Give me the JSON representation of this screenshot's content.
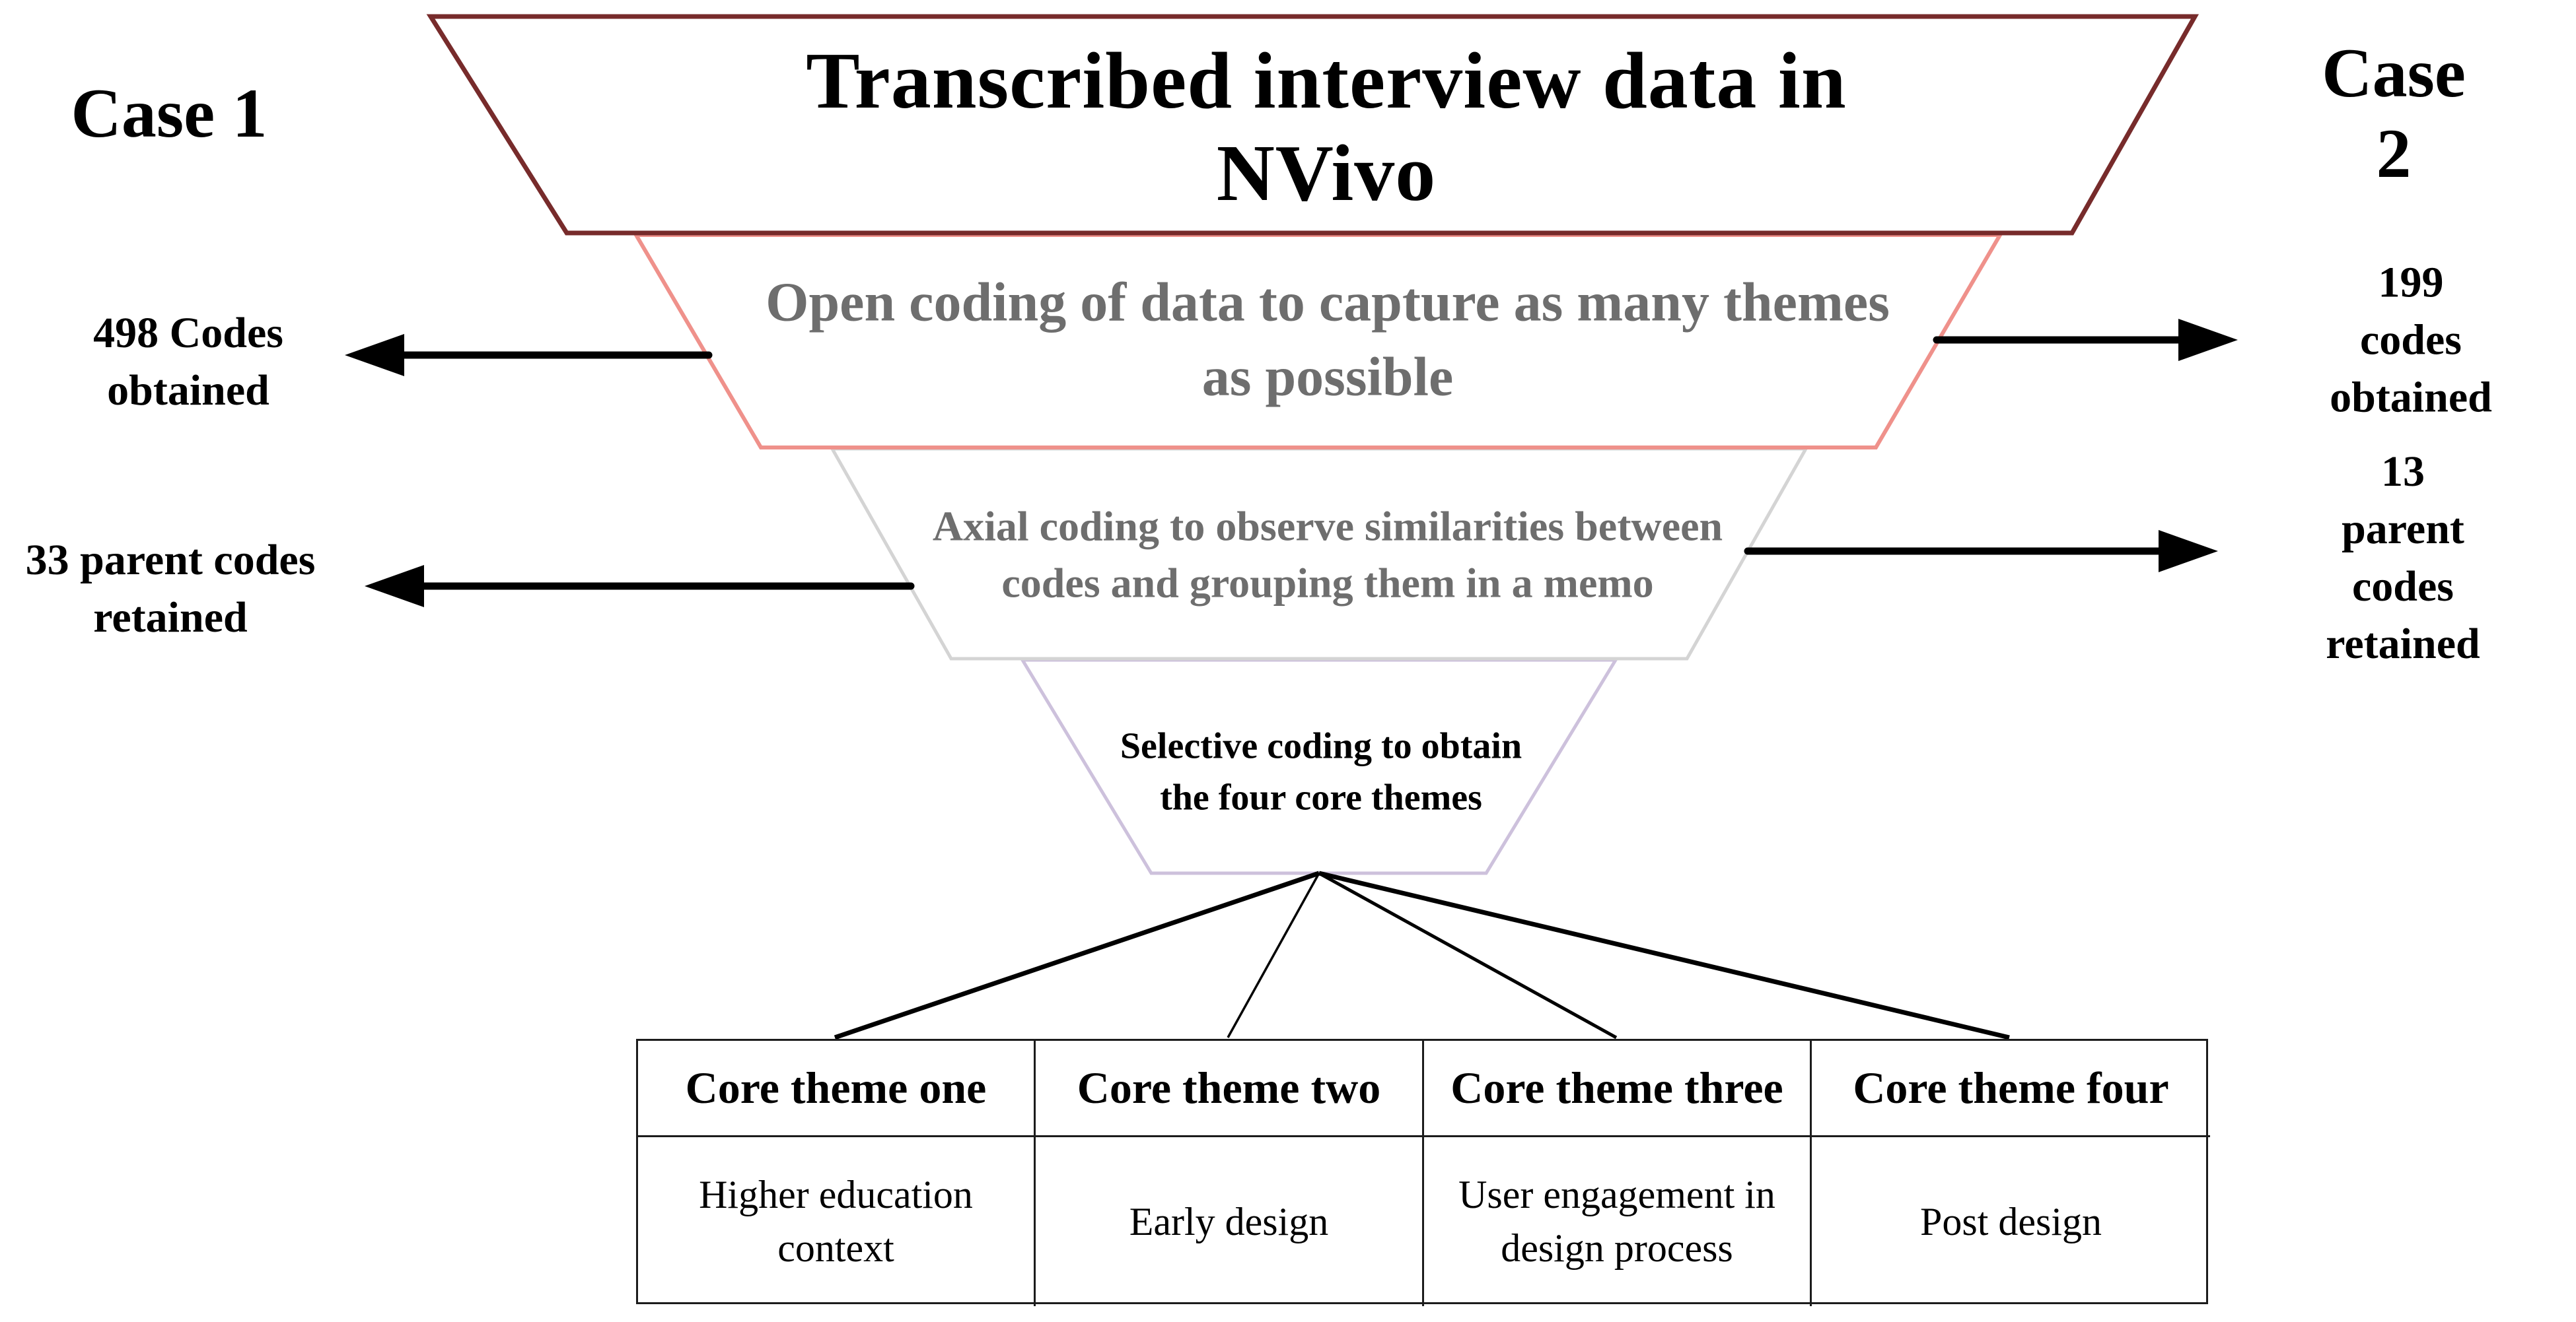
{
  "figure": {
    "case1_label": "Case 1",
    "case2_label": "Case 2",
    "arrow_color": "#000000",
    "gray_text_color": "#6e6e6e",
    "table_border_color": "#1c1c1c"
  },
  "funnel": {
    "tiers": [
      {
        "name": "data-source",
        "label": "Transcribed interview data in NVivo",
        "border_color": "#772b2b"
      },
      {
        "name": "open-coding",
        "label": "Open coding of data to capture as many themes\nas possible",
        "border_color": "#ef918b"
      },
      {
        "name": "axial-coding",
        "label": "Axial coding to observe similarities between\ncodes and grouping them in a memo",
        "border_color": "#d4d4d4"
      },
      {
        "name": "selective-coding",
        "label": "Selective coding to obtain\nthe four core themes",
        "border_color": "#cdc1dc"
      }
    ]
  },
  "annotations": {
    "case1_codes": "498 Codes\nobtained",
    "case2_codes": "199 codes\nobtained",
    "case1_parent_codes": "33 parent codes\nretained",
    "case2_parent_codes": "13 parent codes\nretained"
  },
  "themes_table": {
    "headers": [
      "Core theme one",
      "Core theme two",
      "Core theme three",
      "Core theme four"
    ],
    "values": [
      "Higher education\ncontext",
      "Early design",
      "User engagement in\ndesign process",
      "Post design"
    ]
  }
}
